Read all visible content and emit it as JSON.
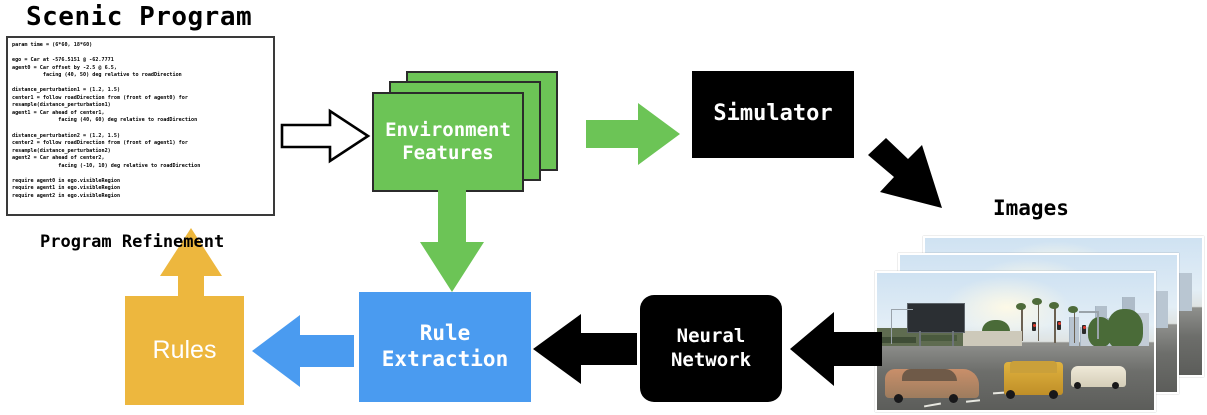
{
  "titles": {
    "scenic_program": "Scenic Program",
    "images": "Images",
    "program_refinement": "Program\nRefinement"
  },
  "code_block": {
    "language": "scenic",
    "text": "param time = (6*60, 18*60)\n\nego = Car at -576.5151 @ -62.7771\nagent0 = Car offset by -2.5 @ 6.5,\n          facing (40, 50) deg relative to roadDirection\n\ndistance_perturbation1 = (1.2, 1.5)\ncenter1 = follow roadDirection from (front of agent0) for\nresample(distance_perturbation1)\nagent1 = Car ahead of center1,\n               facing (40, 60) deg relative to roadDirection\n\ndistance_perturbation2 = (1.2, 1.5)\ncenter2 = follow roadDirection from (front of agent1) for\nresample(distance_perturbation2)\nagent2 = Car ahead of center2,\n               facing (-10, 10) deg relative to roadDirection\n\nrequire agent0 in ego.visibleRegion\nrequire agent1 in ego.visibleRegion\nrequire agent2 in ego.visibleRegion"
  },
  "nodes": {
    "environment_features": {
      "label": "Environment\nFeatures",
      "color": "#6cc456",
      "text_color": "#ffffff",
      "stack_count": 3
    },
    "simulator": {
      "label": "Simulator",
      "color": "#000000",
      "text_color": "#ffffff"
    },
    "neural_network": {
      "label": "Neural\nNetwork",
      "color": "#000000",
      "text_color": "#ffffff"
    },
    "rule_extraction": {
      "label": "Rule\nExtraction",
      "color": "#4a9bf0",
      "text_color": "#ffffff"
    },
    "rules": {
      "label": "Rules",
      "color": "#edb73e",
      "text_color": "#ffffff"
    },
    "images": {
      "label": "Images",
      "stack_count": 3
    }
  },
  "arrows": [
    {
      "name": "program-to-environment",
      "from": "Scenic Program",
      "to": "Environment Features",
      "direction": "right",
      "style": "outline",
      "fill": "#ffffff",
      "stroke": "#000000"
    },
    {
      "name": "environment-to-simulator",
      "from": "Environment Features",
      "to": "Simulator",
      "direction": "right",
      "style": "solid",
      "fill": "#6cc456"
    },
    {
      "name": "environment-to-rule-extraction",
      "from": "Environment Features",
      "to": "Rule Extraction",
      "direction": "down",
      "style": "solid",
      "fill": "#6cc456"
    },
    {
      "name": "simulator-to-images",
      "from": "Simulator",
      "to": "Images",
      "direction": "down-right",
      "style": "solid",
      "fill": "#000000"
    },
    {
      "name": "images-to-neural-network",
      "from": "Images",
      "to": "Neural Network",
      "direction": "left",
      "style": "solid",
      "fill": "#000000"
    },
    {
      "name": "neural-network-to-rule-extraction",
      "from": "Neural Network",
      "to": "Rule Extraction",
      "direction": "left",
      "style": "solid",
      "fill": "#000000"
    },
    {
      "name": "rule-extraction-to-rules",
      "from": "Rule Extraction",
      "to": "Rules",
      "direction": "left",
      "style": "solid",
      "fill": "#4a9bf0"
    },
    {
      "name": "rules-to-program",
      "from": "Rules",
      "to": "Scenic Program",
      "direction": "up",
      "style": "solid",
      "fill": "#edb73e",
      "label": "Program Refinement"
    }
  ],
  "colors": {
    "green": "#6cc456",
    "blue": "#4a9bf0",
    "amber": "#edb73e",
    "black": "#000000",
    "white": "#ffffff",
    "code_border": "#3a3a3a"
  }
}
